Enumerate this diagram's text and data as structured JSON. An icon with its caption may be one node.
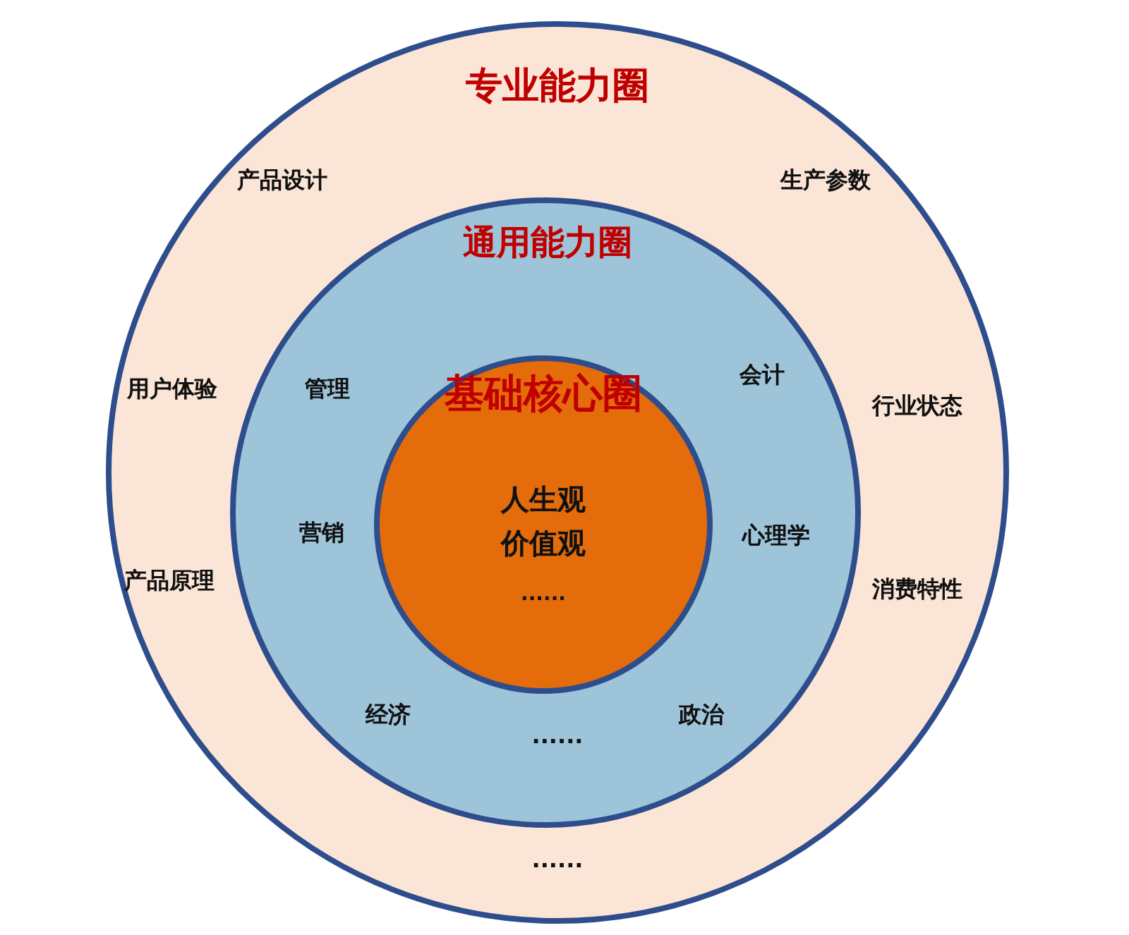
{
  "diagram": {
    "nodes": [
      {
        "text": [
          "专业能力圈",
          "产品设计",
          "生产参数",
          "用户体验",
          "行业状态",
          "产品原理",
          "消费特性",
          "......"
        ]
      },
      {
        "text": [
          "通用能力圈",
          "管理",
          "会计",
          "营销",
          "心理学",
          "经济",
          "政治",
          "......"
        ],
        "in": 0
      },
      {
        "text": [
          "基础核心圈",
          "人生观",
          "价值观",
          "......"
        ],
        "in": 1
      }
    ]
  }
}
